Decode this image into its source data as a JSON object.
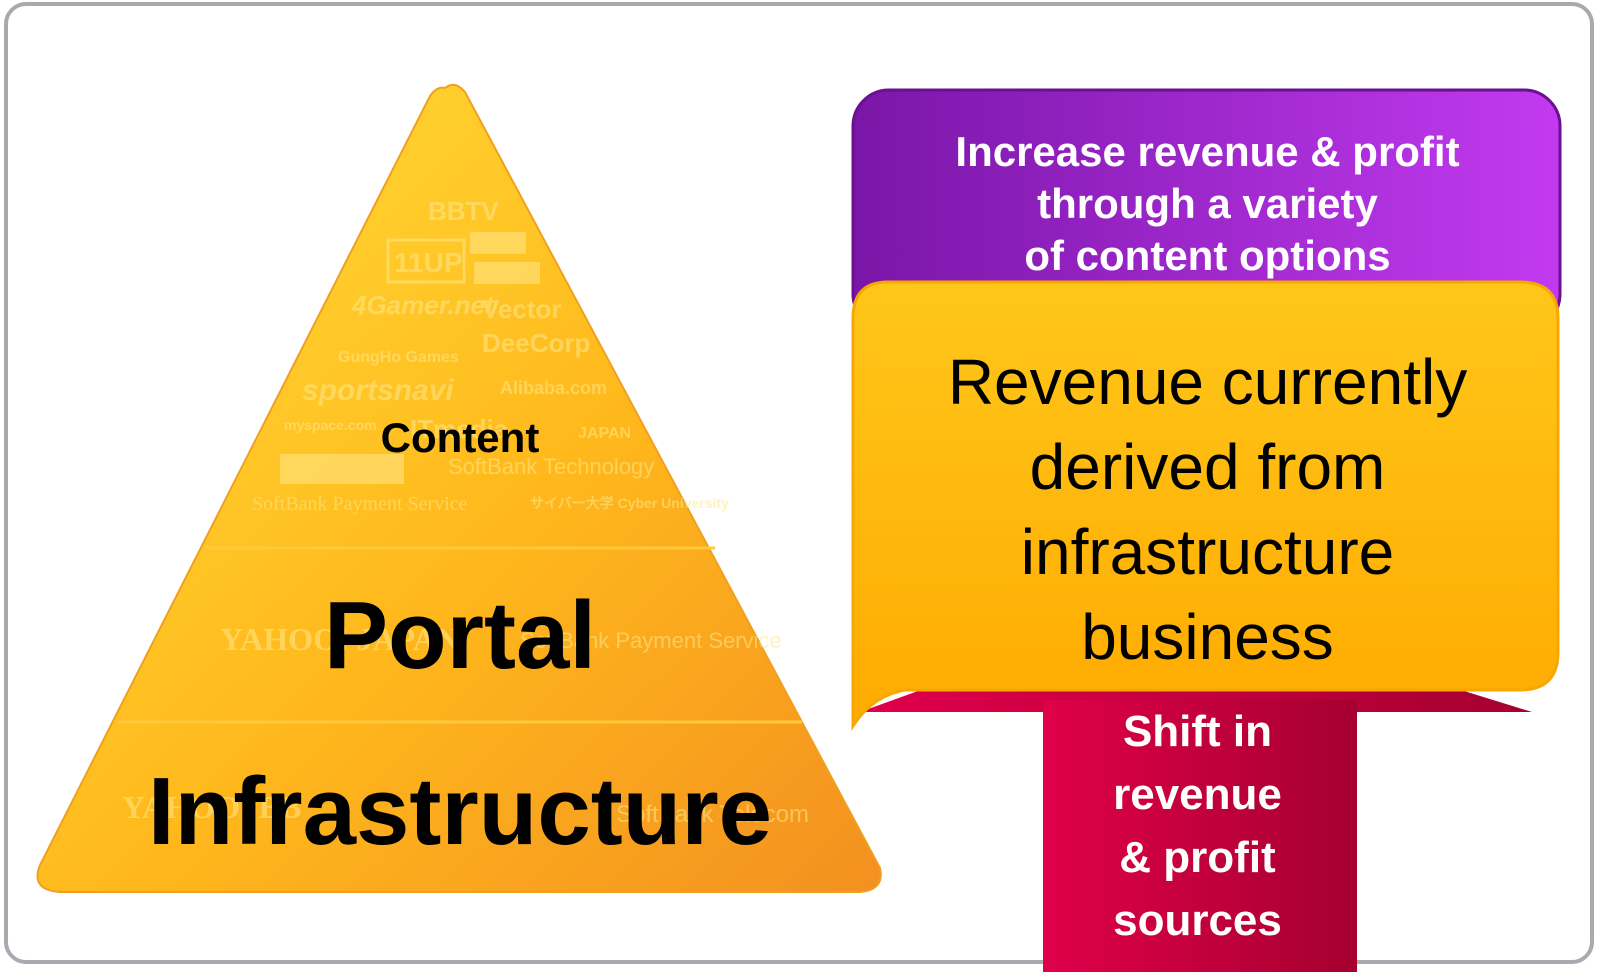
{
  "pyramid": {
    "tiers": {
      "content": "Content",
      "portal": "Portal",
      "infrastructure": "Infrastructure"
    },
    "logo_watermarks": [
      "BBTV",
      "11UP",
      "4Gamer.net",
      "Vector",
      "DeeCorp",
      "GungHo Games",
      "sportsnavi",
      "Alibaba.com",
      "myspace.com",
      "ITmedia",
      "JAPAN",
      "SoftBank Technology",
      "SoftBank Payment Service",
      "サイバー大学 Cyber University",
      "YAHOO! JAPAN",
      "SoftBank Payment Service",
      "YAHOO! BB",
      "SoftBank Telecom"
    ]
  },
  "callouts": {
    "top": "Increase revenue & profit\nthrough a variety\nof content options",
    "middle": "Revenue currently\nderived from\ninfrastructure\nbusiness",
    "arrow": "Shift in\nrevenue\n& profit\nsources"
  },
  "colors": {
    "pyramid_light": "#ffd21a",
    "pyramid_dark": "#f59a1f",
    "top_box": "#9a1fd0",
    "middle_box": "#ffb300",
    "arrow": "#c8003e",
    "frame": "#a7aaaf"
  }
}
